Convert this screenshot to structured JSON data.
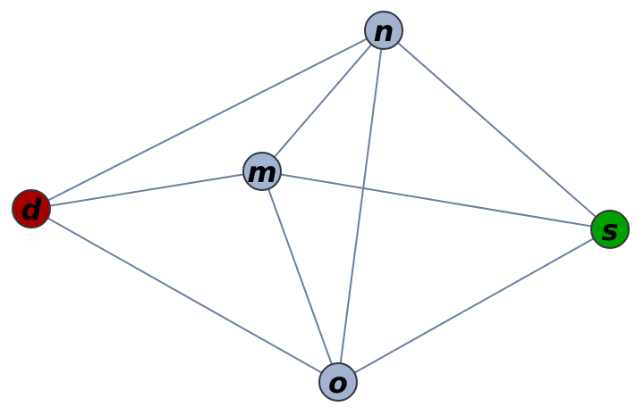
{
  "graph": {
    "nodes": [
      {
        "id": "n",
        "label": "n",
        "color": "#a3b3cf"
      },
      {
        "id": "m",
        "label": "m",
        "color": "#a3b3cf"
      },
      {
        "id": "d",
        "label": "d",
        "color": "#a50000"
      },
      {
        "id": "s",
        "label": "s",
        "color": "#00a000"
      },
      {
        "id": "o",
        "label": "o",
        "color": "#a3b3cf"
      }
    ],
    "edges": [
      {
        "source": "n",
        "target": "d"
      },
      {
        "source": "n",
        "target": "m"
      },
      {
        "source": "n",
        "target": "o"
      },
      {
        "source": "n",
        "target": "s"
      },
      {
        "source": "m",
        "target": "d"
      },
      {
        "source": "m",
        "target": "s"
      },
      {
        "source": "m",
        "target": "o"
      },
      {
        "source": "d",
        "target": "o"
      },
      {
        "source": "o",
        "target": "s"
      }
    ],
    "edge_color": "#6a80a0"
  }
}
